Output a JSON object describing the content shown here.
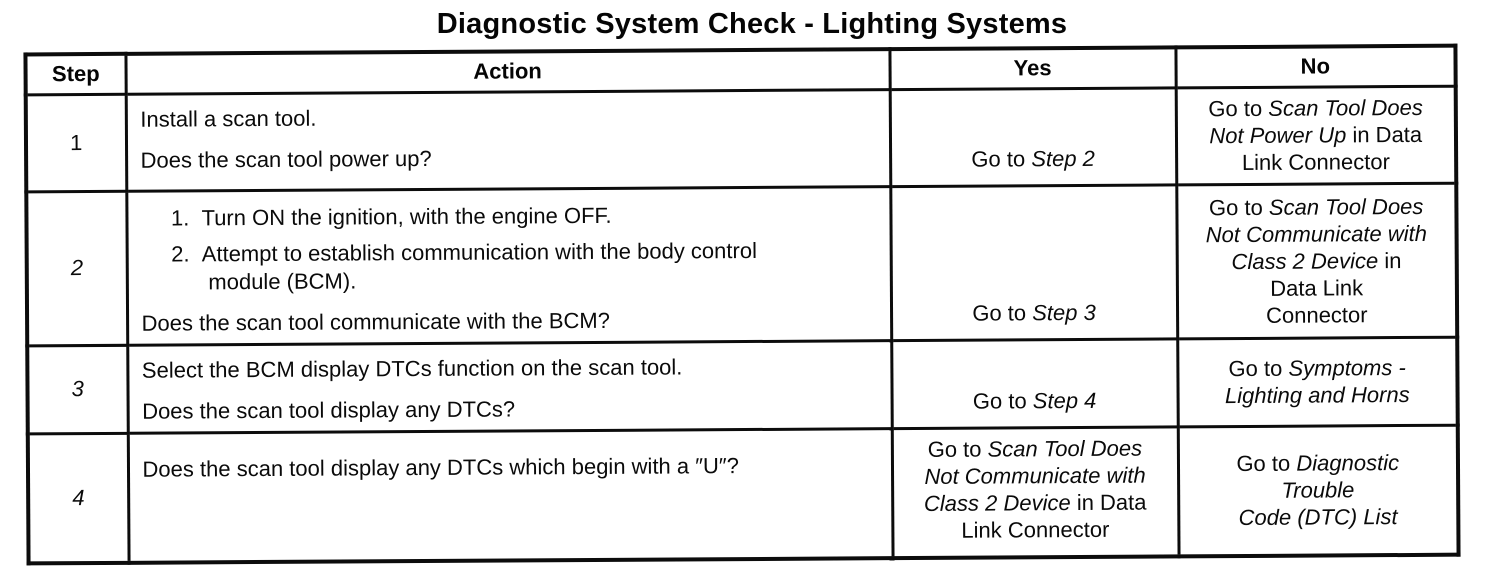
{
  "title": "Diagnostic System Check - Lighting Systems",
  "table": {
    "columns": [
      "Step",
      "Action",
      "Yes",
      "No"
    ],
    "rows": [
      {
        "step": {
          "text": "1",
          "italic": false
        },
        "action": [
          {
            "type": "text",
            "text": "Install a scan tool."
          },
          {
            "type": "question",
            "text": "Does the scan tool power up?"
          }
        ],
        "yes": [
          {
            "t": "Go to ",
            "i": false
          },
          {
            "t": "Step 2",
            "i": true
          }
        ],
        "no": [
          {
            "t": "Go to ",
            "i": false
          },
          {
            "t": "Scan Tool Does\nNot Power Up",
            "i": true
          },
          {
            "t": " in Data\nLink Connector",
            "i": false
          }
        ]
      },
      {
        "step": {
          "text": "2",
          "italic": true
        },
        "action": [
          {
            "type": "list",
            "items": [
              "Turn ON the ignition, with the engine OFF.",
              "Attempt to establish communication with the body control\nmodule (BCM)."
            ]
          },
          {
            "type": "question",
            "text": "Does the scan tool communicate with the BCM?"
          }
        ],
        "yes": [
          {
            "t": "Go to ",
            "i": false
          },
          {
            "t": "Step 3",
            "i": true
          }
        ],
        "no": [
          {
            "t": "Go to ",
            "i": false
          },
          {
            "t": "Scan Tool Does\nNot Communicate with\nClass 2 Device",
            "i": true
          },
          {
            "t": " in\nData Link\nConnector",
            "i": false
          }
        ]
      },
      {
        "step": {
          "text": "3",
          "italic": true
        },
        "action": [
          {
            "type": "text",
            "text": "Select the BCM display DTCs function on the scan tool."
          },
          {
            "type": "question",
            "text": "Does the scan tool display any DTCs?"
          }
        ],
        "yes": [
          {
            "t": "Go to ",
            "i": false
          },
          {
            "t": "Step 4",
            "i": true
          }
        ],
        "no": [
          {
            "t": "Go to ",
            "i": false
          },
          {
            "t": "Symptoms -\nLighting and Horns",
            "i": true
          }
        ]
      },
      {
        "step": {
          "text": "4",
          "italic": true
        },
        "action": [
          {
            "type": "question",
            "text": "Does the scan tool display any DTCs which begin with a ″U″?"
          }
        ],
        "yes": [
          {
            "t": "Go to ",
            "i": false
          },
          {
            "t": "Scan Tool Does\nNot Communicate with\nClass 2 Device",
            "i": true
          },
          {
            "t": " in Data\nLink Connector",
            "i": false
          }
        ],
        "no": [
          {
            "t": "Go to ",
            "i": false
          },
          {
            "t": "Diagnostic\nTrouble\nCode (DTC) List",
            "i": true
          }
        ]
      }
    ]
  }
}
